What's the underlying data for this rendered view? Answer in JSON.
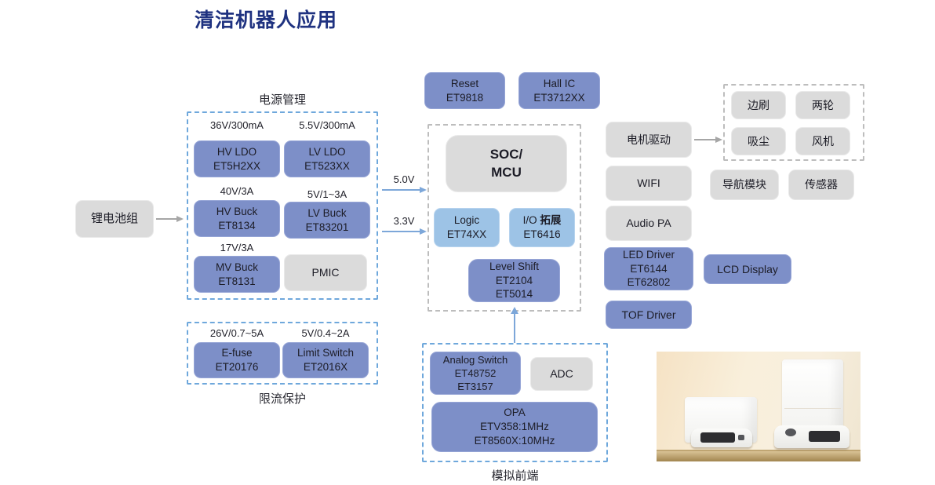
{
  "title": "清洁机器人应用",
  "colors": {
    "title": "#1F3280",
    "blue_box": "#7D8FC8",
    "light_blue_box": "#9DC3E6",
    "gray_box": "#DBDBDB",
    "dashed_blue_border": "#6FA8DC",
    "dashed_gray_border": "#BDBDBD",
    "arrow_blue": "#7DA7D9",
    "arrow_gray": "#A6A6A6"
  },
  "battery": {
    "label": "锂电池组"
  },
  "power": {
    "caption": "电源管理",
    "items": [
      {
        "rating": "36V/300mA",
        "line1": "HV LDO",
        "line2": "ET5H2XX"
      },
      {
        "rating": "5.5V/300mA",
        "line1": "LV LDO",
        "line2": "ET523XX"
      },
      {
        "rating": "40V/3A",
        "line1": "HV Buck",
        "line2": "ET8134"
      },
      {
        "rating": "5V/1~3A",
        "line1": "LV Buck",
        "line2": "ET83201"
      },
      {
        "rating": "17V/3A",
        "line1": "MV Buck",
        "line2": "ET8131"
      },
      {
        "label": "PMIC"
      }
    ]
  },
  "rails": [
    {
      "label": "5.0V"
    },
    {
      "label": "3.3V"
    }
  ],
  "top_ics": [
    {
      "line1": "Reset",
      "line2": "ET9818"
    },
    {
      "line1": "Hall IC",
      "line2": "ET3712XX"
    }
  ],
  "soc": {
    "main": {
      "line1": "SOC/",
      "line2": "MCU"
    },
    "logic": {
      "line1": "Logic",
      "line2": "ET74XX"
    },
    "io": {
      "l1a": "I/O",
      "l1b": "拓展",
      "line2": "ET6416"
    },
    "level_shift": {
      "line1": "Level Shift",
      "line2": "ET2104",
      "line3": "ET5014"
    }
  },
  "right": {
    "motor_drive": "电机驱动",
    "motors": [
      "边刷",
      "两轮",
      "吸尘",
      "风机"
    ],
    "wifi": "WIFI",
    "nav": "导航模块",
    "sensor": "传感器",
    "audio": "Audio PA",
    "led": {
      "line1": "LED Driver",
      "line2": "ET6144",
      "line3": "ET62802"
    },
    "lcd": "LCD Display",
    "tof": "TOF Driver"
  },
  "protect": {
    "caption": "限流保护",
    "items": [
      {
        "rating": "26V/0.7~5A",
        "line1": "E-fuse",
        "line2": "ET20176"
      },
      {
        "rating": "5V/0.4~2A",
        "line1": "Limit Switch",
        "line2": "ET2016X"
      }
    ]
  },
  "afe": {
    "caption": "模拟前端",
    "analog_switch": {
      "line1": "Analog Switch",
      "line2": "ET48752",
      "line3": "ET3157"
    },
    "adc": "ADC",
    "opa": {
      "line1": "OPA",
      "line2": "ETV358:1MHz",
      "line3": "ET8560X:10MHz"
    }
  }
}
